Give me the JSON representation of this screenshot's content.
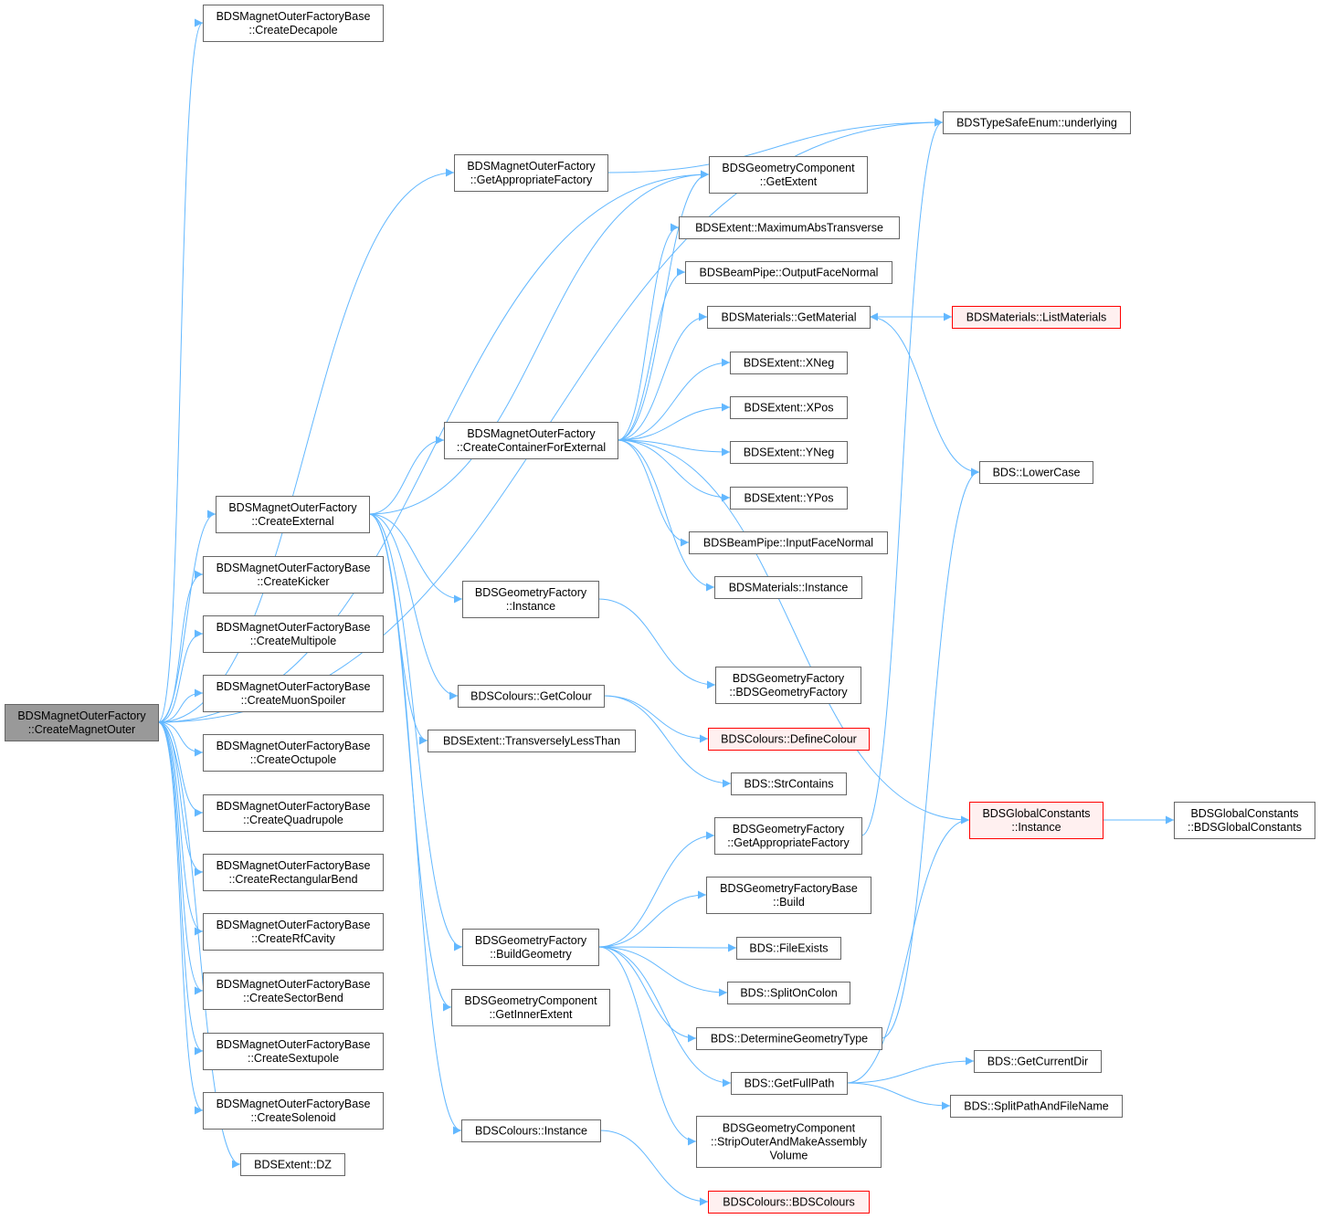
{
  "colors": {
    "edge": "#63b8ff",
    "node_border": "#666666",
    "node_fill": "#ffffff",
    "root_fill": "#999999",
    "truncated_border": "#ff0000",
    "truncated_fill": "#fff0f0"
  },
  "nodes": [
    {
      "id": "root",
      "lines": [
        "BDSMagnetOuterFactory",
        "::CreateMagnetOuter"
      ],
      "style": "root"
    },
    {
      "id": "decapole",
      "lines": [
        "BDSMagnetOuterFactoryBase",
        "::CreateDecapole"
      ],
      "style": "normal"
    },
    {
      "id": "underlying",
      "lines": [
        "BDSTypeSafeEnum::underlying"
      ],
      "style": "normal"
    },
    {
      "id": "getAppFactory",
      "lines": [
        "BDSMagnetOuterFactory",
        "::GetAppropriateFactory"
      ],
      "style": "normal"
    },
    {
      "id": "geomGetExtent",
      "lines": [
        "BDSGeometryComponent",
        "::GetExtent"
      ],
      "style": "normal"
    },
    {
      "id": "maxAbsTrans",
      "lines": [
        "BDSExtent::MaximumAbsTransverse"
      ],
      "style": "normal"
    },
    {
      "id": "outputFace",
      "lines": [
        "BDSBeamPipe::OutputFaceNormal"
      ],
      "style": "normal"
    },
    {
      "id": "getMaterial",
      "lines": [
        "BDSMaterials::GetMaterial"
      ],
      "style": "normal"
    },
    {
      "id": "listMaterials",
      "lines": [
        "BDSMaterials::ListMaterials"
      ],
      "style": "truncated"
    },
    {
      "id": "xneg",
      "lines": [
        "BDSExtent::XNeg"
      ],
      "style": "normal"
    },
    {
      "id": "xpos",
      "lines": [
        "BDSExtent::XPos"
      ],
      "style": "normal"
    },
    {
      "id": "containerExt",
      "lines": [
        "BDSMagnetOuterFactory",
        "::CreateContainerForExternal"
      ],
      "style": "normal"
    },
    {
      "id": "yneg",
      "lines": [
        "BDSExtent::YNeg"
      ],
      "style": "normal"
    },
    {
      "id": "lowerCase",
      "lines": [
        "BDS::LowerCase"
      ],
      "style": "normal"
    },
    {
      "id": "ypos",
      "lines": [
        "BDSExtent::YPos"
      ],
      "style": "normal"
    },
    {
      "id": "createExternal",
      "lines": [
        "BDSMagnetOuterFactory",
        "::CreateExternal"
      ],
      "style": "normal"
    },
    {
      "id": "inputFace",
      "lines": [
        "BDSBeamPipe::InputFaceNormal"
      ],
      "style": "normal"
    },
    {
      "id": "kicker",
      "lines": [
        "BDSMagnetOuterFactoryBase",
        "::CreateKicker"
      ],
      "style": "normal"
    },
    {
      "id": "geomFactInst",
      "lines": [
        "BDSGeometryFactory",
        "::Instance"
      ],
      "style": "normal"
    },
    {
      "id": "matInstance",
      "lines": [
        "BDSMaterials::Instance"
      ],
      "style": "normal"
    },
    {
      "id": "multipole",
      "lines": [
        "BDSMagnetOuterFactoryBase",
        "::CreateMultipole"
      ],
      "style": "normal"
    },
    {
      "id": "geomFactCtor",
      "lines": [
        "BDSGeometryFactory",
        "::BDSGeometryFactory"
      ],
      "style": "normal"
    },
    {
      "id": "muonSpoiler",
      "lines": [
        "BDSMagnetOuterFactoryBase",
        "::CreateMuonSpoiler"
      ],
      "style": "normal"
    },
    {
      "id": "getColour",
      "lines": [
        "BDSColours::GetColour"
      ],
      "style": "normal"
    },
    {
      "id": "defineColour",
      "lines": [
        "BDSColours::DefineColour"
      ],
      "style": "truncated"
    },
    {
      "id": "transLess",
      "lines": [
        "BDSExtent::TransverselyLessThan"
      ],
      "style": "normal"
    },
    {
      "id": "octupole",
      "lines": [
        "BDSMagnetOuterFactoryBase",
        "::CreateOctupole"
      ],
      "style": "normal"
    },
    {
      "id": "strContains",
      "lines": [
        "BDS::StrContains"
      ],
      "style": "normal"
    },
    {
      "id": "quadrupole",
      "lines": [
        "BDSMagnetOuterFactoryBase",
        "::CreateQuadrupole"
      ],
      "style": "normal"
    },
    {
      "id": "globalInst",
      "lines": [
        "BDSGlobalConstants",
        "::Instance"
      ],
      "style": "truncated"
    },
    {
      "id": "globalCtor",
      "lines": [
        "BDSGlobalConstants",
        "::BDSGlobalConstants"
      ],
      "style": "normal"
    },
    {
      "id": "geomGetAppFact",
      "lines": [
        "BDSGeometryFactory",
        "::GetAppropriateFactory"
      ],
      "style": "normal"
    },
    {
      "id": "rectBend",
      "lines": [
        "BDSMagnetOuterFactoryBase",
        "::CreateRectangularBend"
      ],
      "style": "normal"
    },
    {
      "id": "geomBaseBuild",
      "lines": [
        "BDSGeometryFactoryBase",
        "::Build"
      ],
      "style": "normal"
    },
    {
      "id": "rfCavity",
      "lines": [
        "BDSMagnetOuterFactoryBase",
        "::CreateRfCavity"
      ],
      "style": "normal"
    },
    {
      "id": "buildGeometry",
      "lines": [
        "BDSGeometryFactory",
        "::BuildGeometry"
      ],
      "style": "normal"
    },
    {
      "id": "fileExists",
      "lines": [
        "BDS::FileExists"
      ],
      "style": "normal"
    },
    {
      "id": "sectorBend",
      "lines": [
        "BDSMagnetOuterFactoryBase",
        "::CreateSectorBend"
      ],
      "style": "normal"
    },
    {
      "id": "splitOnColon",
      "lines": [
        "BDS::SplitOnColon"
      ],
      "style": "normal"
    },
    {
      "id": "innerExtent",
      "lines": [
        "BDSGeometryComponent",
        "::GetInnerExtent"
      ],
      "style": "normal"
    },
    {
      "id": "determineGeom",
      "lines": [
        "BDS::DetermineGeometryType"
      ],
      "style": "normal"
    },
    {
      "id": "sextupole",
      "lines": [
        "BDSMagnetOuterFactoryBase",
        "::CreateSextupole"
      ],
      "style": "normal"
    },
    {
      "id": "getCurrentDir",
      "lines": [
        "BDS::GetCurrentDir"
      ],
      "style": "normal"
    },
    {
      "id": "getFullPath",
      "lines": [
        "BDS::GetFullPath"
      ],
      "style": "normal"
    },
    {
      "id": "solenoid",
      "lines": [
        "BDSMagnetOuterFactoryBase",
        "::CreateSolenoid"
      ],
      "style": "normal"
    },
    {
      "id": "splitPath",
      "lines": [
        "BDS::SplitPathAndFileName"
      ],
      "style": "normal"
    },
    {
      "id": "stripOuter",
      "lines": [
        "BDSGeometryComponent",
        "::StripOuterAndMakeAssembly",
        "Volume"
      ],
      "style": "normal"
    },
    {
      "id": "coloursInst",
      "lines": [
        "BDSColours::Instance"
      ],
      "style": "normal"
    },
    {
      "id": "dz",
      "lines": [
        "BDSExtent::DZ"
      ],
      "style": "normal"
    },
    {
      "id": "coloursCtor",
      "lines": [
        "BDSColours::BDSColours"
      ],
      "style": "truncated"
    }
  ],
  "edges": [
    [
      "root",
      "decapole"
    ],
    [
      "root",
      "underlying"
    ],
    [
      "root",
      "getAppFactory"
    ],
    [
      "root",
      "geomGetExtent"
    ],
    [
      "root",
      "createExternal"
    ],
    [
      "root",
      "kicker"
    ],
    [
      "root",
      "multipole"
    ],
    [
      "root",
      "muonSpoiler"
    ],
    [
      "root",
      "octupole"
    ],
    [
      "root",
      "quadrupole"
    ],
    [
      "root",
      "rectBend"
    ],
    [
      "root",
      "rfCavity"
    ],
    [
      "root",
      "sectorBend"
    ],
    [
      "root",
      "sextupole"
    ],
    [
      "root",
      "solenoid"
    ],
    [
      "root",
      "dz"
    ],
    [
      "getAppFactory",
      "underlying"
    ],
    [
      "createExternal",
      "geomGetExtent"
    ],
    [
      "createExternal",
      "containerExt"
    ],
    [
      "createExternal",
      "geomFactInst"
    ],
    [
      "createExternal",
      "getColour"
    ],
    [
      "createExternal",
      "transLess"
    ],
    [
      "createExternal",
      "buildGeometry"
    ],
    [
      "createExternal",
      "innerExtent"
    ],
    [
      "createExternal",
      "coloursInst"
    ],
    [
      "containerExt",
      "geomGetExtent"
    ],
    [
      "containerExt",
      "maxAbsTrans"
    ],
    [
      "containerExt",
      "outputFace"
    ],
    [
      "containerExt",
      "getMaterial"
    ],
    [
      "containerExt",
      "xneg"
    ],
    [
      "containerExt",
      "xpos"
    ],
    [
      "containerExt",
      "yneg"
    ],
    [
      "containerExt",
      "ypos"
    ],
    [
      "containerExt",
      "inputFace"
    ],
    [
      "containerExt",
      "matInstance"
    ],
    [
      "containerExt",
      "globalInst"
    ],
    [
      "getMaterial",
      "listMaterials"
    ],
    [
      "getMaterial",
      "lowerCase"
    ],
    [
      "listMaterials",
      "getMaterial"
    ],
    [
      "geomFactInst",
      "geomFactCtor"
    ],
    [
      "getColour",
      "defineColour"
    ],
    [
      "getColour",
      "strContains"
    ],
    [
      "globalInst",
      "globalCtor"
    ],
    [
      "geomGetAppFact",
      "underlying"
    ],
    [
      "buildGeometry",
      "geomGetAppFact"
    ],
    [
      "buildGeometry",
      "geomBaseBuild"
    ],
    [
      "buildGeometry",
      "fileExists"
    ],
    [
      "buildGeometry",
      "splitOnColon"
    ],
    [
      "buildGeometry",
      "determineGeom"
    ],
    [
      "buildGeometry",
      "getFullPath"
    ],
    [
      "buildGeometry",
      "stripOuter"
    ],
    [
      "determineGeom",
      "lowerCase"
    ],
    [
      "getFullPath",
      "globalInst"
    ],
    [
      "getFullPath",
      "getCurrentDir"
    ],
    [
      "getFullPath",
      "splitPath"
    ],
    [
      "coloursInst",
      "coloursCtor"
    ]
  ]
}
